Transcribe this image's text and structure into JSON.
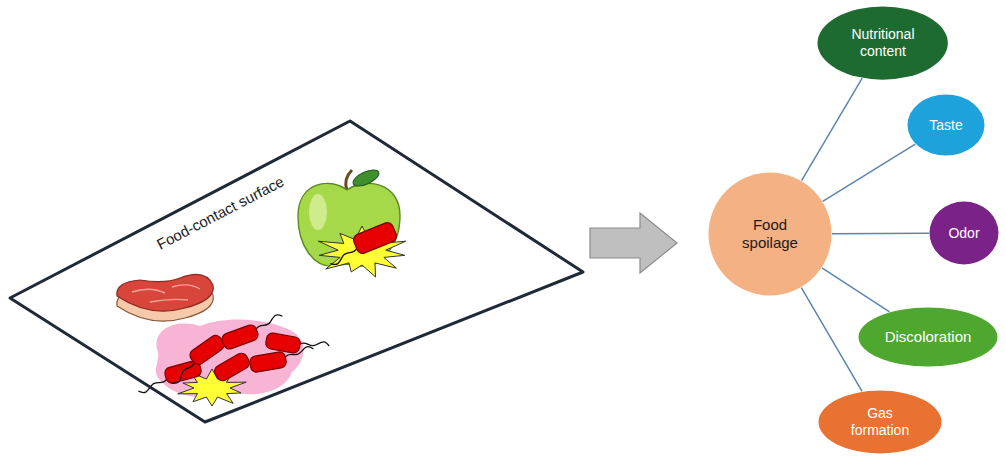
{
  "diagram": {
    "nodes": [
      {
        "text": [
          "Food-contact surface"
        ]
      },
      {
        "text": [
          "Food spoilage"
        ]
      },
      {
        "text": [
          "Nutritional content"
        ]
      },
      {
        "text": [
          "Taste"
        ]
      },
      {
        "text": [
          "Odor"
        ]
      },
      {
        "text": [
          "Discoloration"
        ]
      },
      {
        "text": [
          "Gas formation"
        ]
      }
    ],
    "edges": [
      {
        "from": 0,
        "to": 1,
        "arrow": "to"
      },
      {
        "from": 1,
        "to": 2,
        "arrow": "none"
      },
      {
        "from": 1,
        "to": 3,
        "arrow": "none"
      },
      {
        "from": 1,
        "to": 4,
        "arrow": "none"
      },
      {
        "from": 1,
        "to": 5,
        "arrow": "none"
      },
      {
        "from": 1,
        "to": 6,
        "arrow": "none"
      }
    ]
  }
}
